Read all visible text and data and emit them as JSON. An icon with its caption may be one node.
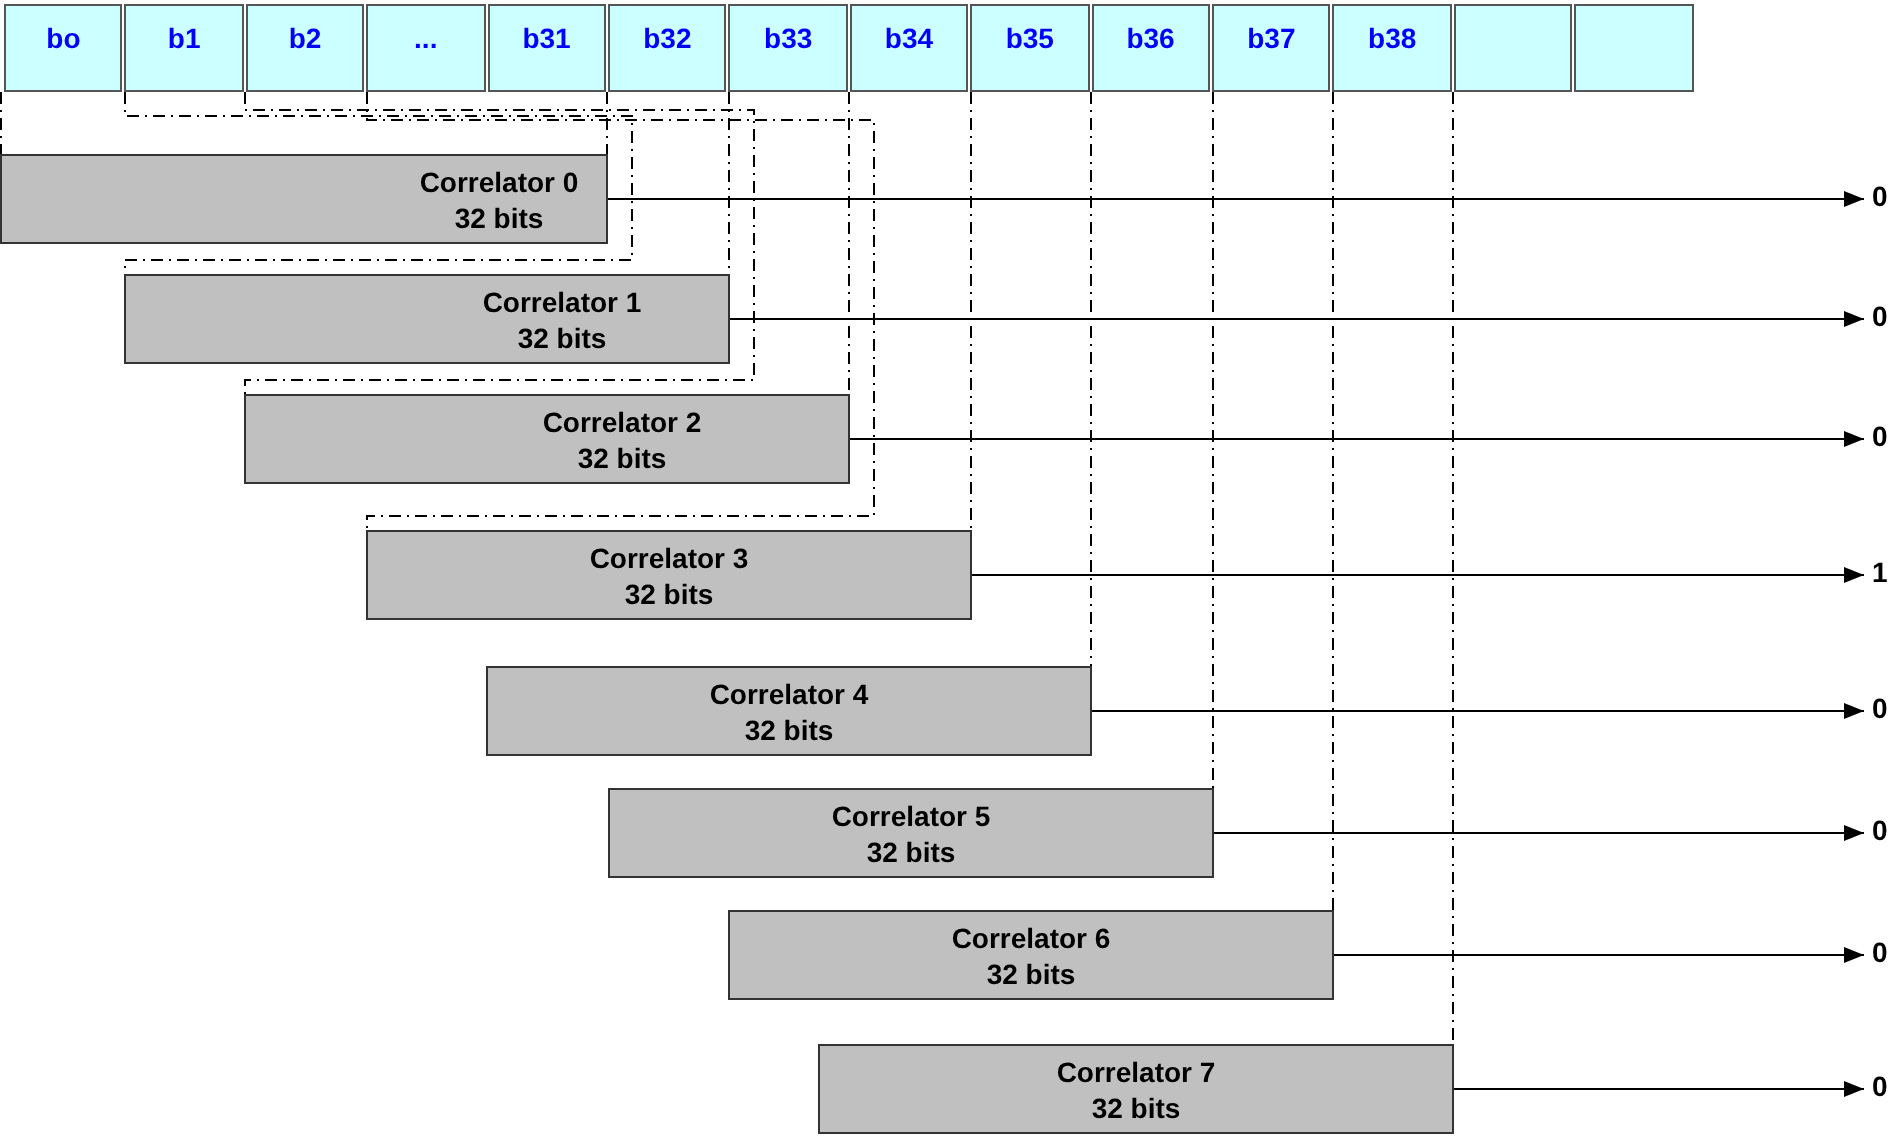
{
  "diagram": {
    "nodes": [
      {
        "text": [
          "bo"
        ]
      },
      {
        "text": [
          "b1"
        ]
      },
      {
        "text": [
          "b2"
        ]
      },
      {
        "text": [
          "..."
        ]
      },
      {
        "text": [
          "b31"
        ]
      },
      {
        "text": [
          "b32"
        ]
      },
      {
        "text": [
          "b33"
        ]
      },
      {
        "text": [
          "b34"
        ]
      },
      {
        "text": [
          "b35"
        ]
      },
      {
        "text": [
          "b36"
        ]
      },
      {
        "text": [
          "b37"
        ]
      },
      {
        "text": [
          "b38"
        ]
      },
      {
        "text": [],
        "shape": "box"
      },
      {
        "text": [],
        "shape": "box"
      },
      {
        "text": [
          "Correlator 0",
          "32 bits"
        ]
      },
      {
        "text": [
          "Correlator 1",
          "32 bits"
        ]
      },
      {
        "text": [
          "Correlator 2",
          "32 bits"
        ]
      },
      {
        "text": [
          "Correlator 3",
          "32 bits"
        ]
      },
      {
        "text": [
          "Correlator 4",
          "32 bits"
        ]
      },
      {
        "text": [
          "Correlator 5",
          "32 bits"
        ]
      },
      {
        "text": [
          "Correlator 6",
          "32 bits"
        ]
      },
      {
        "text": [
          "Correlator 7",
          "32 bits"
        ]
      },
      {
        "text": [
          "0"
        ]
      },
      {
        "text": [
          "0"
        ]
      },
      {
        "text": [
          "0"
        ]
      },
      {
        "text": [
          "1"
        ]
      },
      {
        "text": [
          "0"
        ]
      },
      {
        "text": [
          "0"
        ]
      },
      {
        "text": [
          "0"
        ]
      },
      {
        "text": [
          "0"
        ]
      }
    ],
    "edges": [
      {
        "from": 0,
        "to": 14,
        "arrow": "none",
        "style": "dashed"
      },
      {
        "from": 4,
        "to": 14,
        "arrow": "none",
        "style": "dashed"
      },
      {
        "from": 14,
        "to": 22,
        "arrow": "to"
      },
      {
        "from": 1,
        "to": 15,
        "arrow": "none",
        "style": "dashed"
      },
      {
        "from": 5,
        "to": 15,
        "arrow": "none",
        "style": "dashed"
      },
      {
        "from": 15,
        "to": 23,
        "arrow": "to"
      },
      {
        "from": 2,
        "to": 16,
        "arrow": "none",
        "style": "dashed"
      },
      {
        "from": 6,
        "to": 16,
        "arrow": "none",
        "style": "dashed"
      },
      {
        "from": 16,
        "to": 24,
        "arrow": "to"
      },
      {
        "from": 3,
        "to": 17,
        "arrow": "none",
        "style": "dashed"
      },
      {
        "from": 7,
        "to": 17,
        "arrow": "none",
        "style": "dashed"
      },
      {
        "from": 17,
        "to": 25,
        "arrow": "to"
      },
      {
        "from": 8,
        "to": 18,
        "arrow": "none",
        "style": "dashed"
      },
      {
        "from": 18,
        "to": 26,
        "arrow": "to"
      },
      {
        "from": 9,
        "to": 19,
        "arrow": "none",
        "style": "dashed"
      },
      {
        "from": 19,
        "to": 27,
        "arrow": "to"
      },
      {
        "from": 10,
        "to": 20,
        "arrow": "none",
        "style": "dashed"
      },
      {
        "from": 20,
        "to": 28,
        "arrow": "to"
      },
      {
        "from": 11,
        "to": 21,
        "arrow": "none",
        "style": "dashed"
      },
      {
        "from": 21,
        "to": 29,
        "arrow": "to"
      }
    ]
  }
}
